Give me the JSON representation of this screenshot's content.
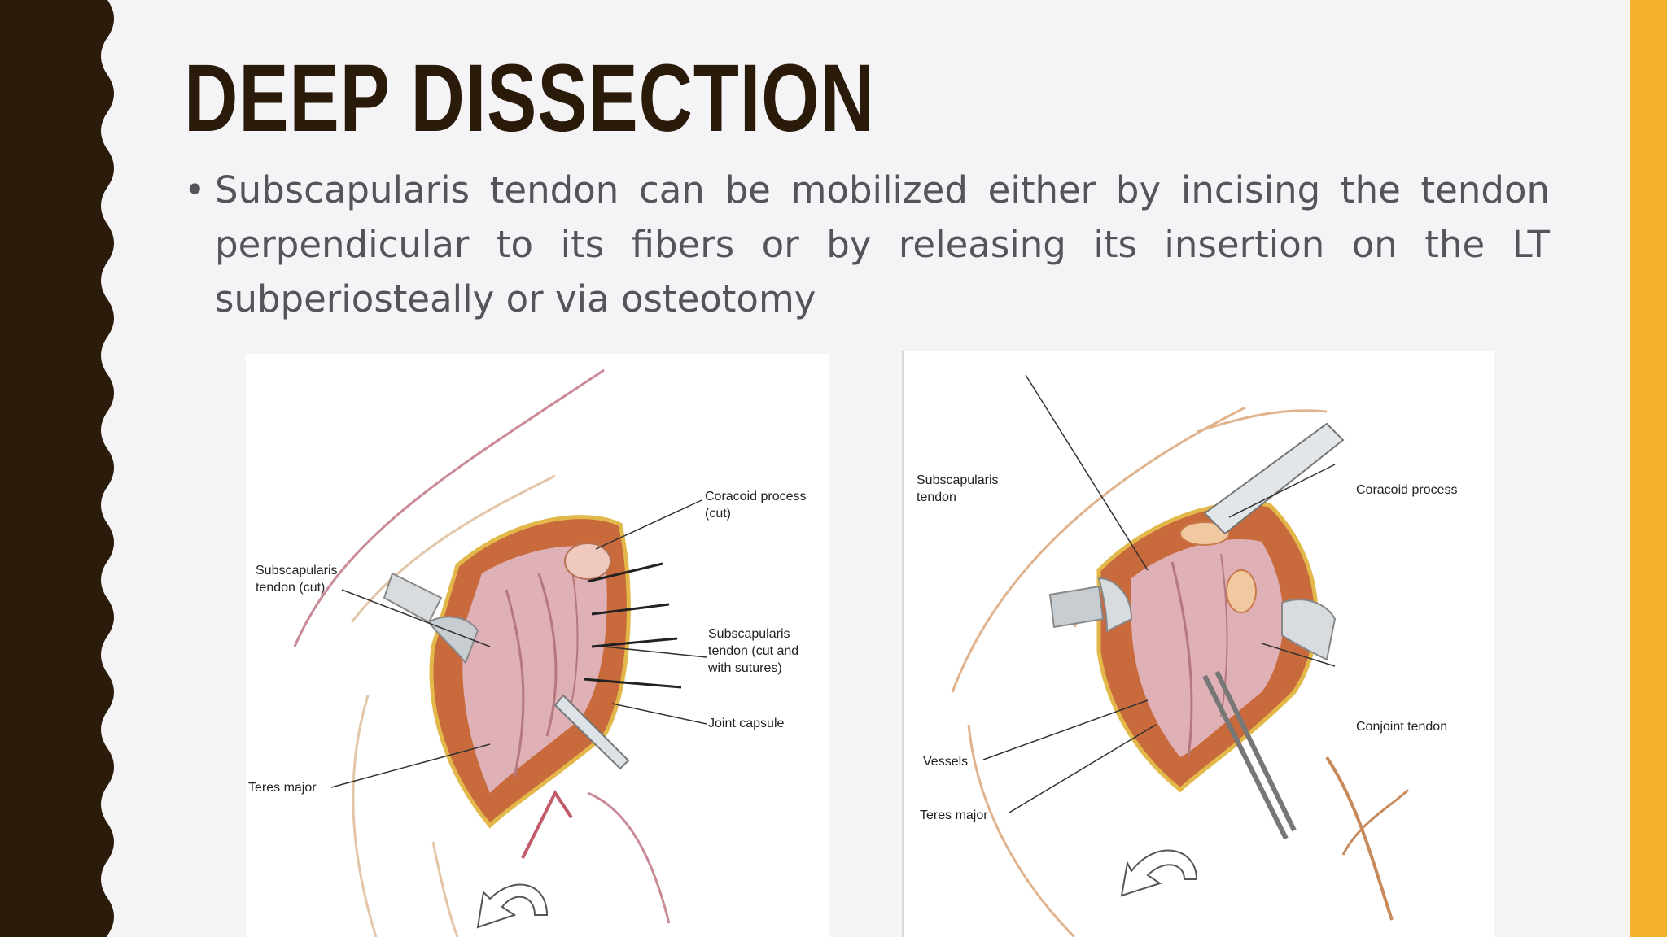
{
  "slide": {
    "title": "DEEP DISSECTION",
    "bullets": [
      "Subscapularis tendon can be mobilized either by incising the tendon perpendicular to its fibers or by releasing its insertion on the LT subperiosteally or via osteotomy"
    ]
  },
  "theme": {
    "left_band_color": "#2b1b0b",
    "right_band_color": "#f4b12a",
    "background": "#f4f3f5",
    "title_color": "#2a1a0a",
    "text_color": "#55545a"
  },
  "figures": {
    "left": {
      "labels": {
        "coracoid": [
          "Coracoid process",
          "(cut)"
        ],
        "subscap_cut": [
          "Subscapularis",
          "tendon (cut)"
        ],
        "subscap_sutures": [
          "Subscapularis",
          "tendon (cut and",
          "with sutures)"
        ],
        "joint_capsule": "Joint capsule",
        "teres_major": "Teres major"
      }
    },
    "right": {
      "labels": {
        "subscap": [
          "Subscapularis",
          "tendon"
        ],
        "coracoid": "Coracoid process",
        "conjoint": "Conjoint tendon",
        "vessels": "Vessels",
        "teres_major": "Teres major"
      }
    }
  }
}
